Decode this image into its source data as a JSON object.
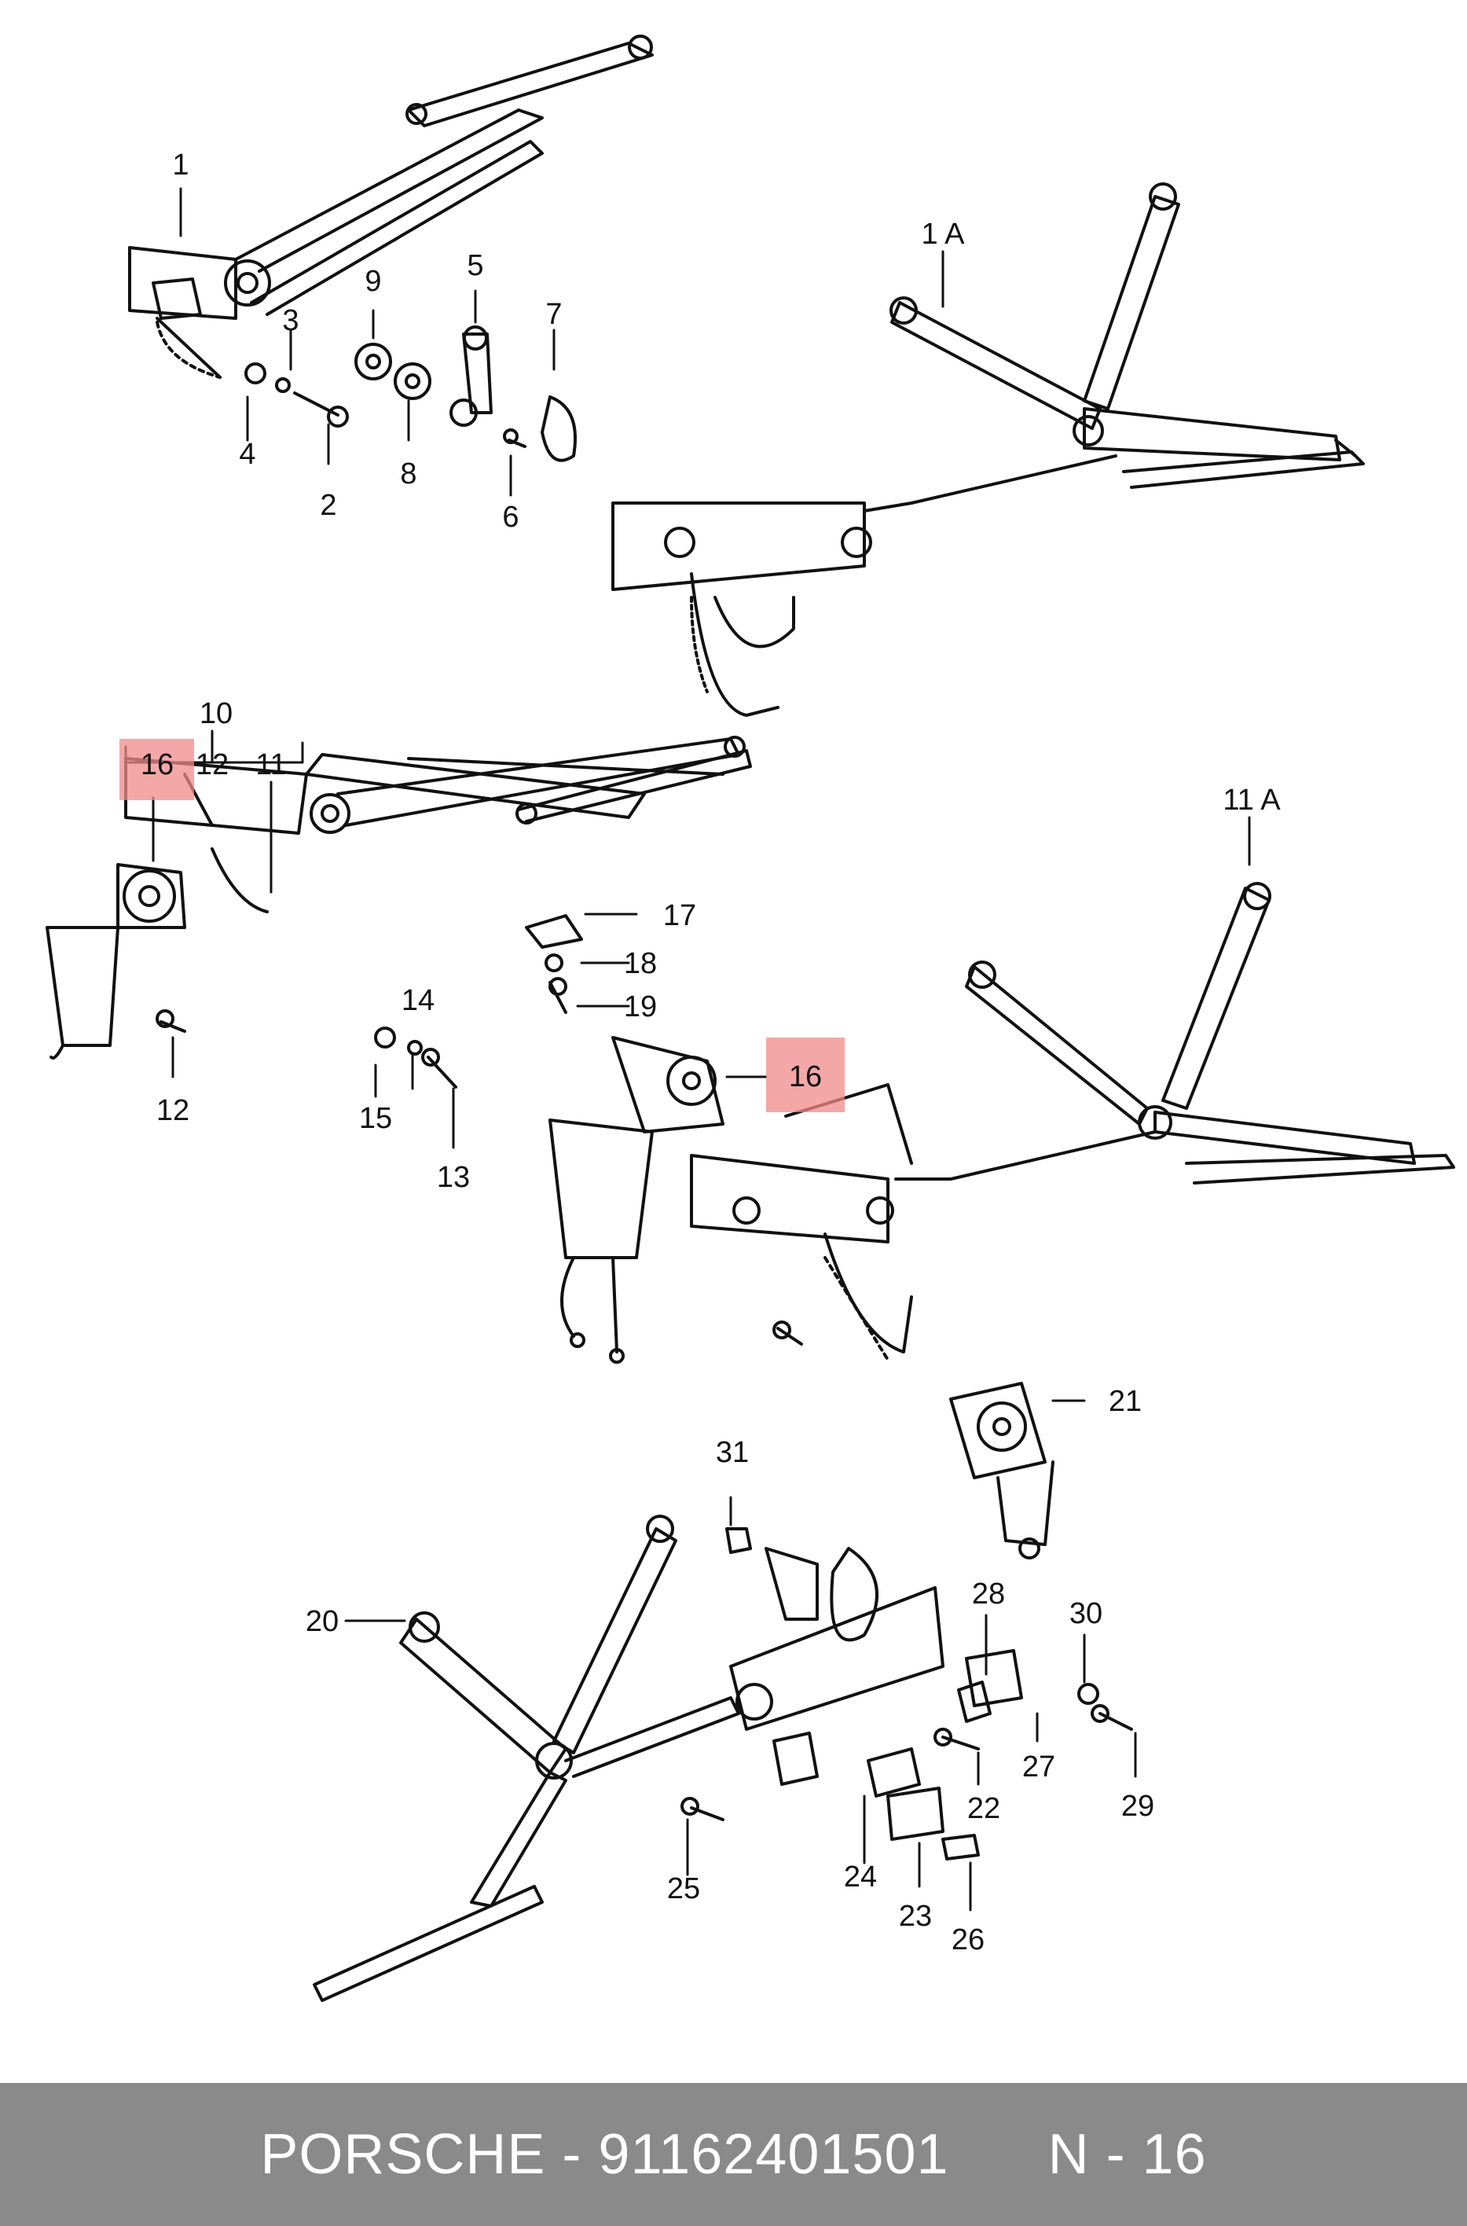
{
  "diagram": {
    "labels": [
      "1",
      "1 A",
      "2",
      "3",
      "4",
      "5",
      "6",
      "7",
      "8",
      "9",
      "10",
      "11",
      "11 A",
      "12",
      "12",
      "13",
      "14",
      "15",
      "16",
      "16",
      "17",
      "18",
      "19",
      "20",
      "21",
      "22",
      "23",
      "24",
      "25",
      "26",
      "27",
      "28",
      "29",
      "30",
      "31"
    ],
    "highlighted_labels": [
      "16"
    ],
    "highlight_color": "#f08a8a",
    "line_color": "#111111"
  },
  "footer": {
    "brand": "PORSCHE",
    "separator": "-",
    "part_number": "91162401501",
    "page_ref": "N - 16",
    "background": "#8a8a8a"
  }
}
